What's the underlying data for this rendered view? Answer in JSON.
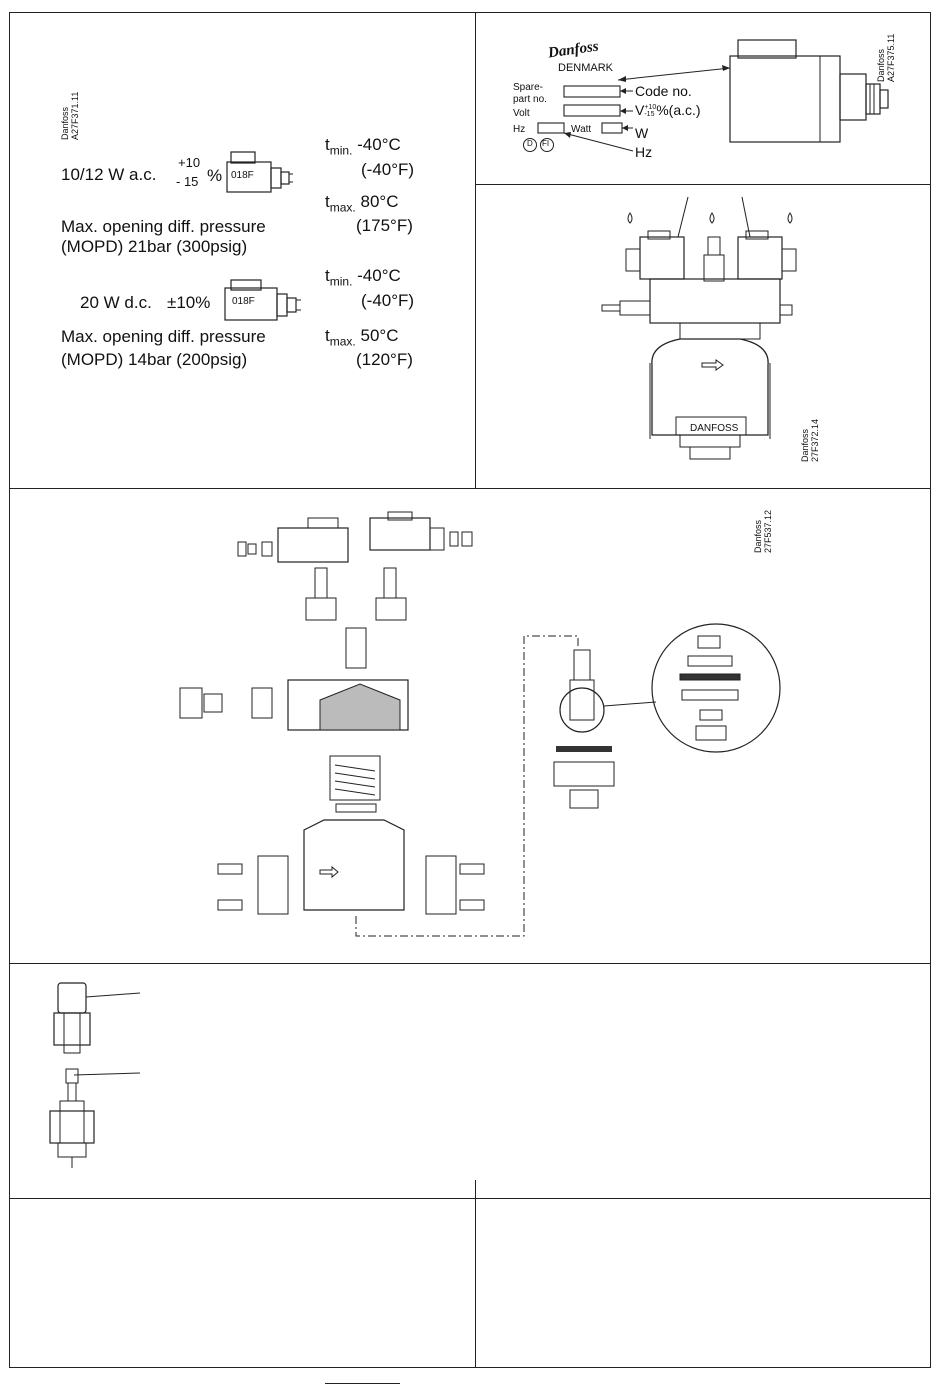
{
  "coil_specs": {
    "ref_code": "Danfoss\nA27F371.11",
    "ac": {
      "label": "10/12  W a.c.",
      "tol_plus": "+10",
      "tol_minus": "- 15",
      "pct": "%",
      "coil_code": "018F",
      "tmin": "t",
      "tmin_sub": "min.",
      "tmin_val": "-40°C",
      "tmin_f": "(-40°F)",
      "tmax": "t",
      "tmax_sub": "max.",
      "tmax_val": "80°C",
      "tmax_f": "(175°F)",
      "mopd_line1": "Max. opening diff. pressure",
      "mopd_line2": "(MOPD) 21bar (300psig)"
    },
    "dc": {
      "label": "20  W d.c.",
      "tol": "±10%",
      "coil_code": "018F",
      "tmin": "t",
      "tmin_sub": "min.",
      "tmin_val": "-40°C",
      "tmin_f": "(-40°F)",
      "tmax": "t",
      "tmax_sub": "max.",
      "tmax_val": "50°C",
      "tmax_f": "(120°F)",
      "mopd_line1": "Max. opening diff. pressure",
      "mopd_line2": "(MOPD) 14bar (200psig)"
    }
  },
  "label_diagram": {
    "ref_code": "Danfoss\nA27F375.11",
    "logo": "Danfoss",
    "country": "DENMARK",
    "spare_part": "Spare-\npart no.",
    "volt": "Volt",
    "hz": "Hz",
    "watt": "Watt",
    "code_no": "Code no.",
    "v_tol_plus": "+10",
    "v_tol_minus": "-15",
    "v_label": "V",
    "v_suffix": "%(a.c.)",
    "w_label": "W",
    "hz_label": "Hz",
    "mark_d": "D",
    "mark_fi": "FI"
  },
  "valve_assembly": {
    "ref_code": "Danfoss\n27F372.14",
    "brand": "DANFOSS"
  },
  "exploded_view": {
    "ref_code": "Danfoss\n27F537.12"
  }
}
